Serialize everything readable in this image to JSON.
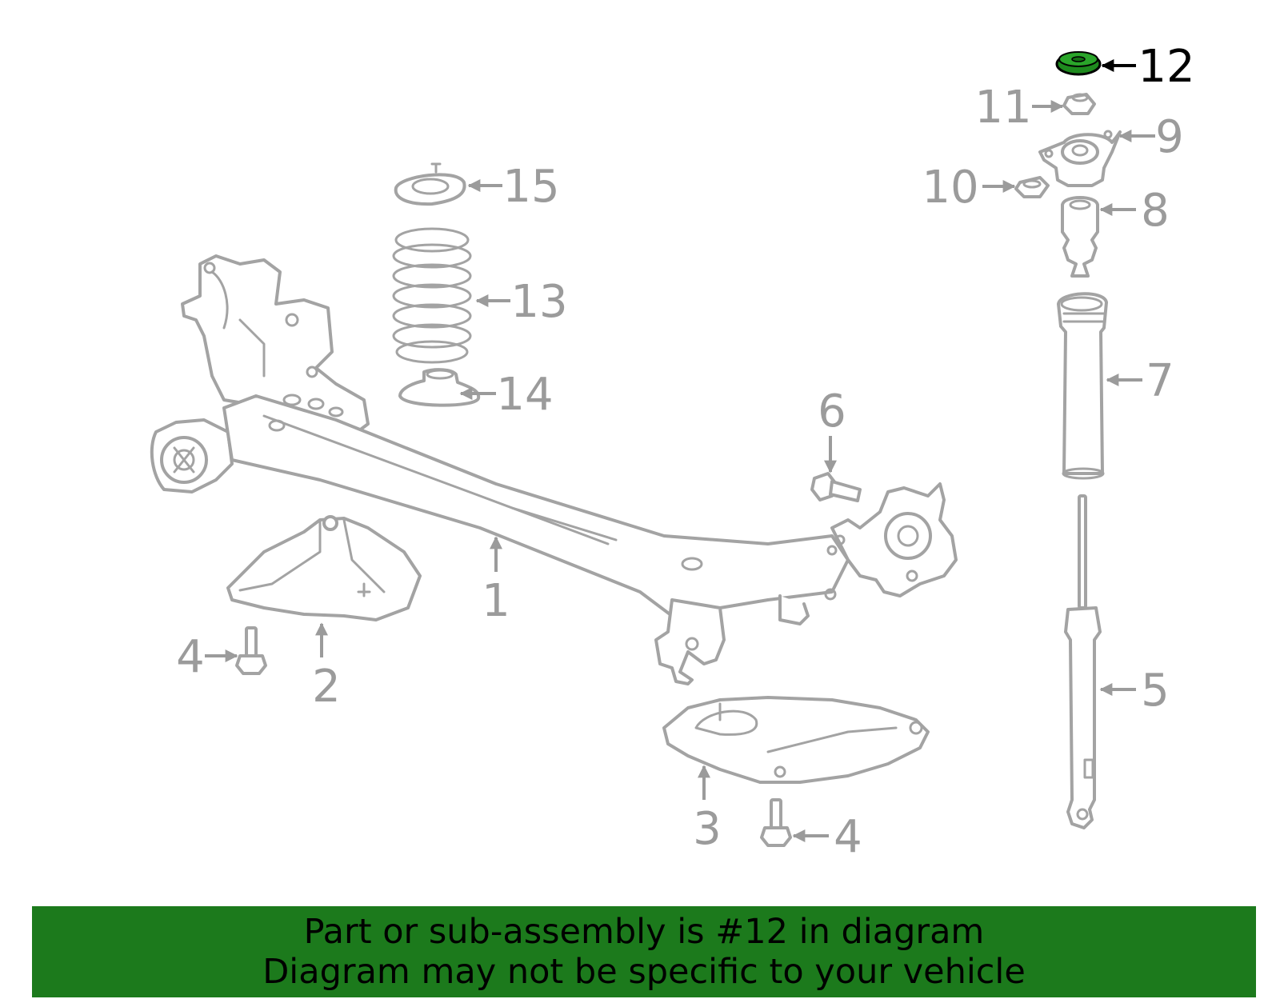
{
  "diagram": {
    "highlighted_callout": "12",
    "highlight_color": "#1c7a1c",
    "callouts": {
      "c1": "1",
      "c2": "2",
      "c3": "3",
      "c4a": "4",
      "c4b": "4",
      "c5": "5",
      "c6": "6",
      "c7": "7",
      "c8": "8",
      "c9": "9",
      "c10": "10",
      "c11": "11",
      "c12": "12",
      "c13": "13",
      "c14": "14",
      "c15": "15"
    }
  },
  "banner": {
    "line1": "Part or sub-assembly is #12 in diagram",
    "line2": "Diagram may not be specific to your vehicle"
  }
}
